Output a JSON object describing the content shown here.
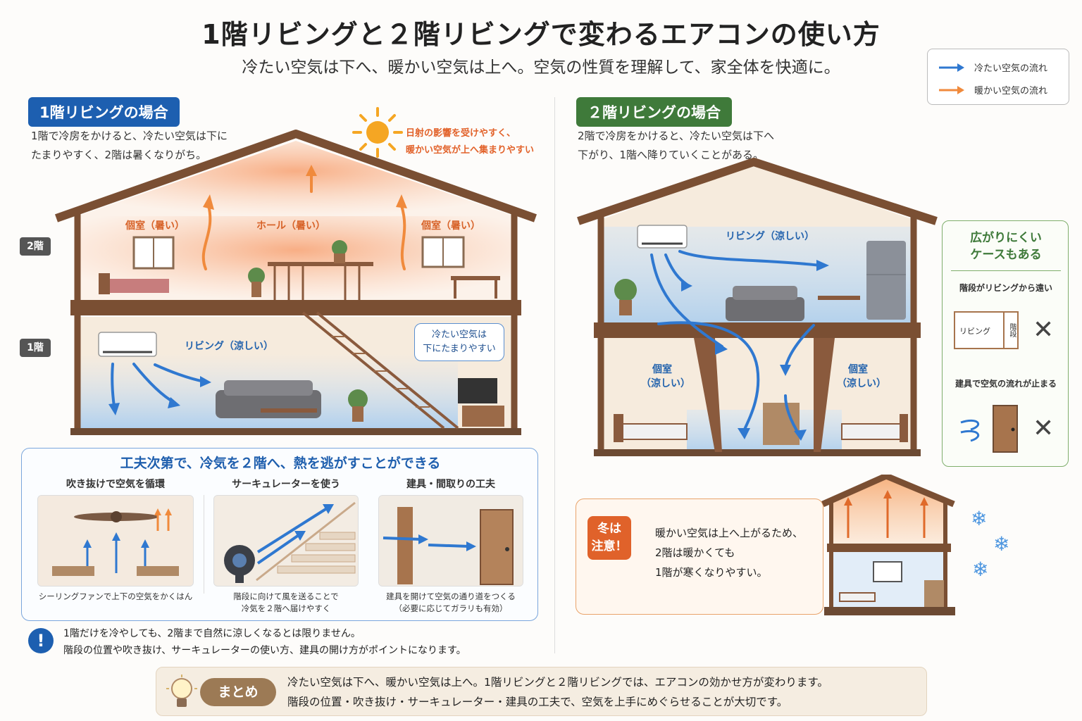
{
  "header": {
    "title": "1階リビングと２階リビングで変わるエアコンの使い方",
    "subtitle": "冷たい空気は下へ、暖かい空気は上へ。空気の性質を理解して、家全体を快適に。"
  },
  "legend": {
    "cold": "冷たい空気の流れ",
    "warm": "暖かい空気の流れ",
    "cold_color": "#2f78d0",
    "warm_color": "#f08a3c"
  },
  "left": {
    "badge": "1階リビングの場合",
    "desc_line1": "1階で冷房をかけると、冷たい空気は下に",
    "desc_line2": "たまりやすく、2階は暑くなりがち。",
    "sun_note_line1": "日射の影響を受けやすく、",
    "sun_note_line2": "暖かい空気が上へ集まりやすい",
    "floor2": "2階",
    "floor1": "1階",
    "room_left": "個室（暑い）",
    "room_hall": "ホール（暑い）",
    "room_right": "個室（暑い）",
    "living": "リビング（涼しい）",
    "bubble_line1": "冷たい空気は",
    "bubble_line2": "下にたまりやすい"
  },
  "tips": {
    "title": "工夫次第で、冷気を２階へ、熱を逃がすことができる",
    "items": [
      {
        "head": "吹き抜けで空気を循環",
        "cap1": "シーリングファンで上下の空気をかくはん",
        "cap2": ""
      },
      {
        "head": "サーキュレーターを使う",
        "cap1": "階段に向けて風を送ることで",
        "cap2": "冷気を２階へ届けやすく"
      },
      {
        "head": "建具・間取りの工夫",
        "cap1": "建具を開けて空気の通り道をつくる",
        "cap2": "（必要に応じてガラリも有効）"
      }
    ]
  },
  "note": {
    "icon": "!",
    "line1": "1階だけを冷やしても、2階まで自然に涼しくなるとは限りません。",
    "line2": "階段の位置や吹き抜け、サーキュレーターの使い方、建具の開け方がポイントになります。"
  },
  "right": {
    "badge": "２階リビングの場合",
    "desc_line1": "2階で冷房をかけると、冷たい空気は下へ",
    "desc_line2": "下がり、1階へ降りていくことがある。",
    "living": "リビング（涼しい）",
    "room_left_1": "個室",
    "room_left_2": "（涼しい）",
    "room_right_1": "個室",
    "room_right_2": "（涼しい）"
  },
  "side": {
    "title_line1": "広がりにくい",
    "title_line2": "ケースもある",
    "case1": "階段がリビングから遠い",
    "case1_room": "リビング",
    "case1_stair": "階段",
    "case2": "建具で空気の流れが止まる",
    "x": "✕"
  },
  "winter": {
    "badge_line1": "冬は",
    "badge_line2": "注意！",
    "line1": "暖かい空気は上へ上がるため、",
    "line2": "2階は暖かくても",
    "line3": "1階が寒くなりやすい。"
  },
  "summary": {
    "label": "まとめ",
    "line1": "冷たい空気は下へ、暖かい空気は上へ。1階リビングと２階リビングでは、エアコンの効かせ方が変わります。",
    "line2": "階段の位置・吹き抜け・サーキュレーター・建具の工夫で、空気を上手にめぐらせることが大切です。"
  }
}
